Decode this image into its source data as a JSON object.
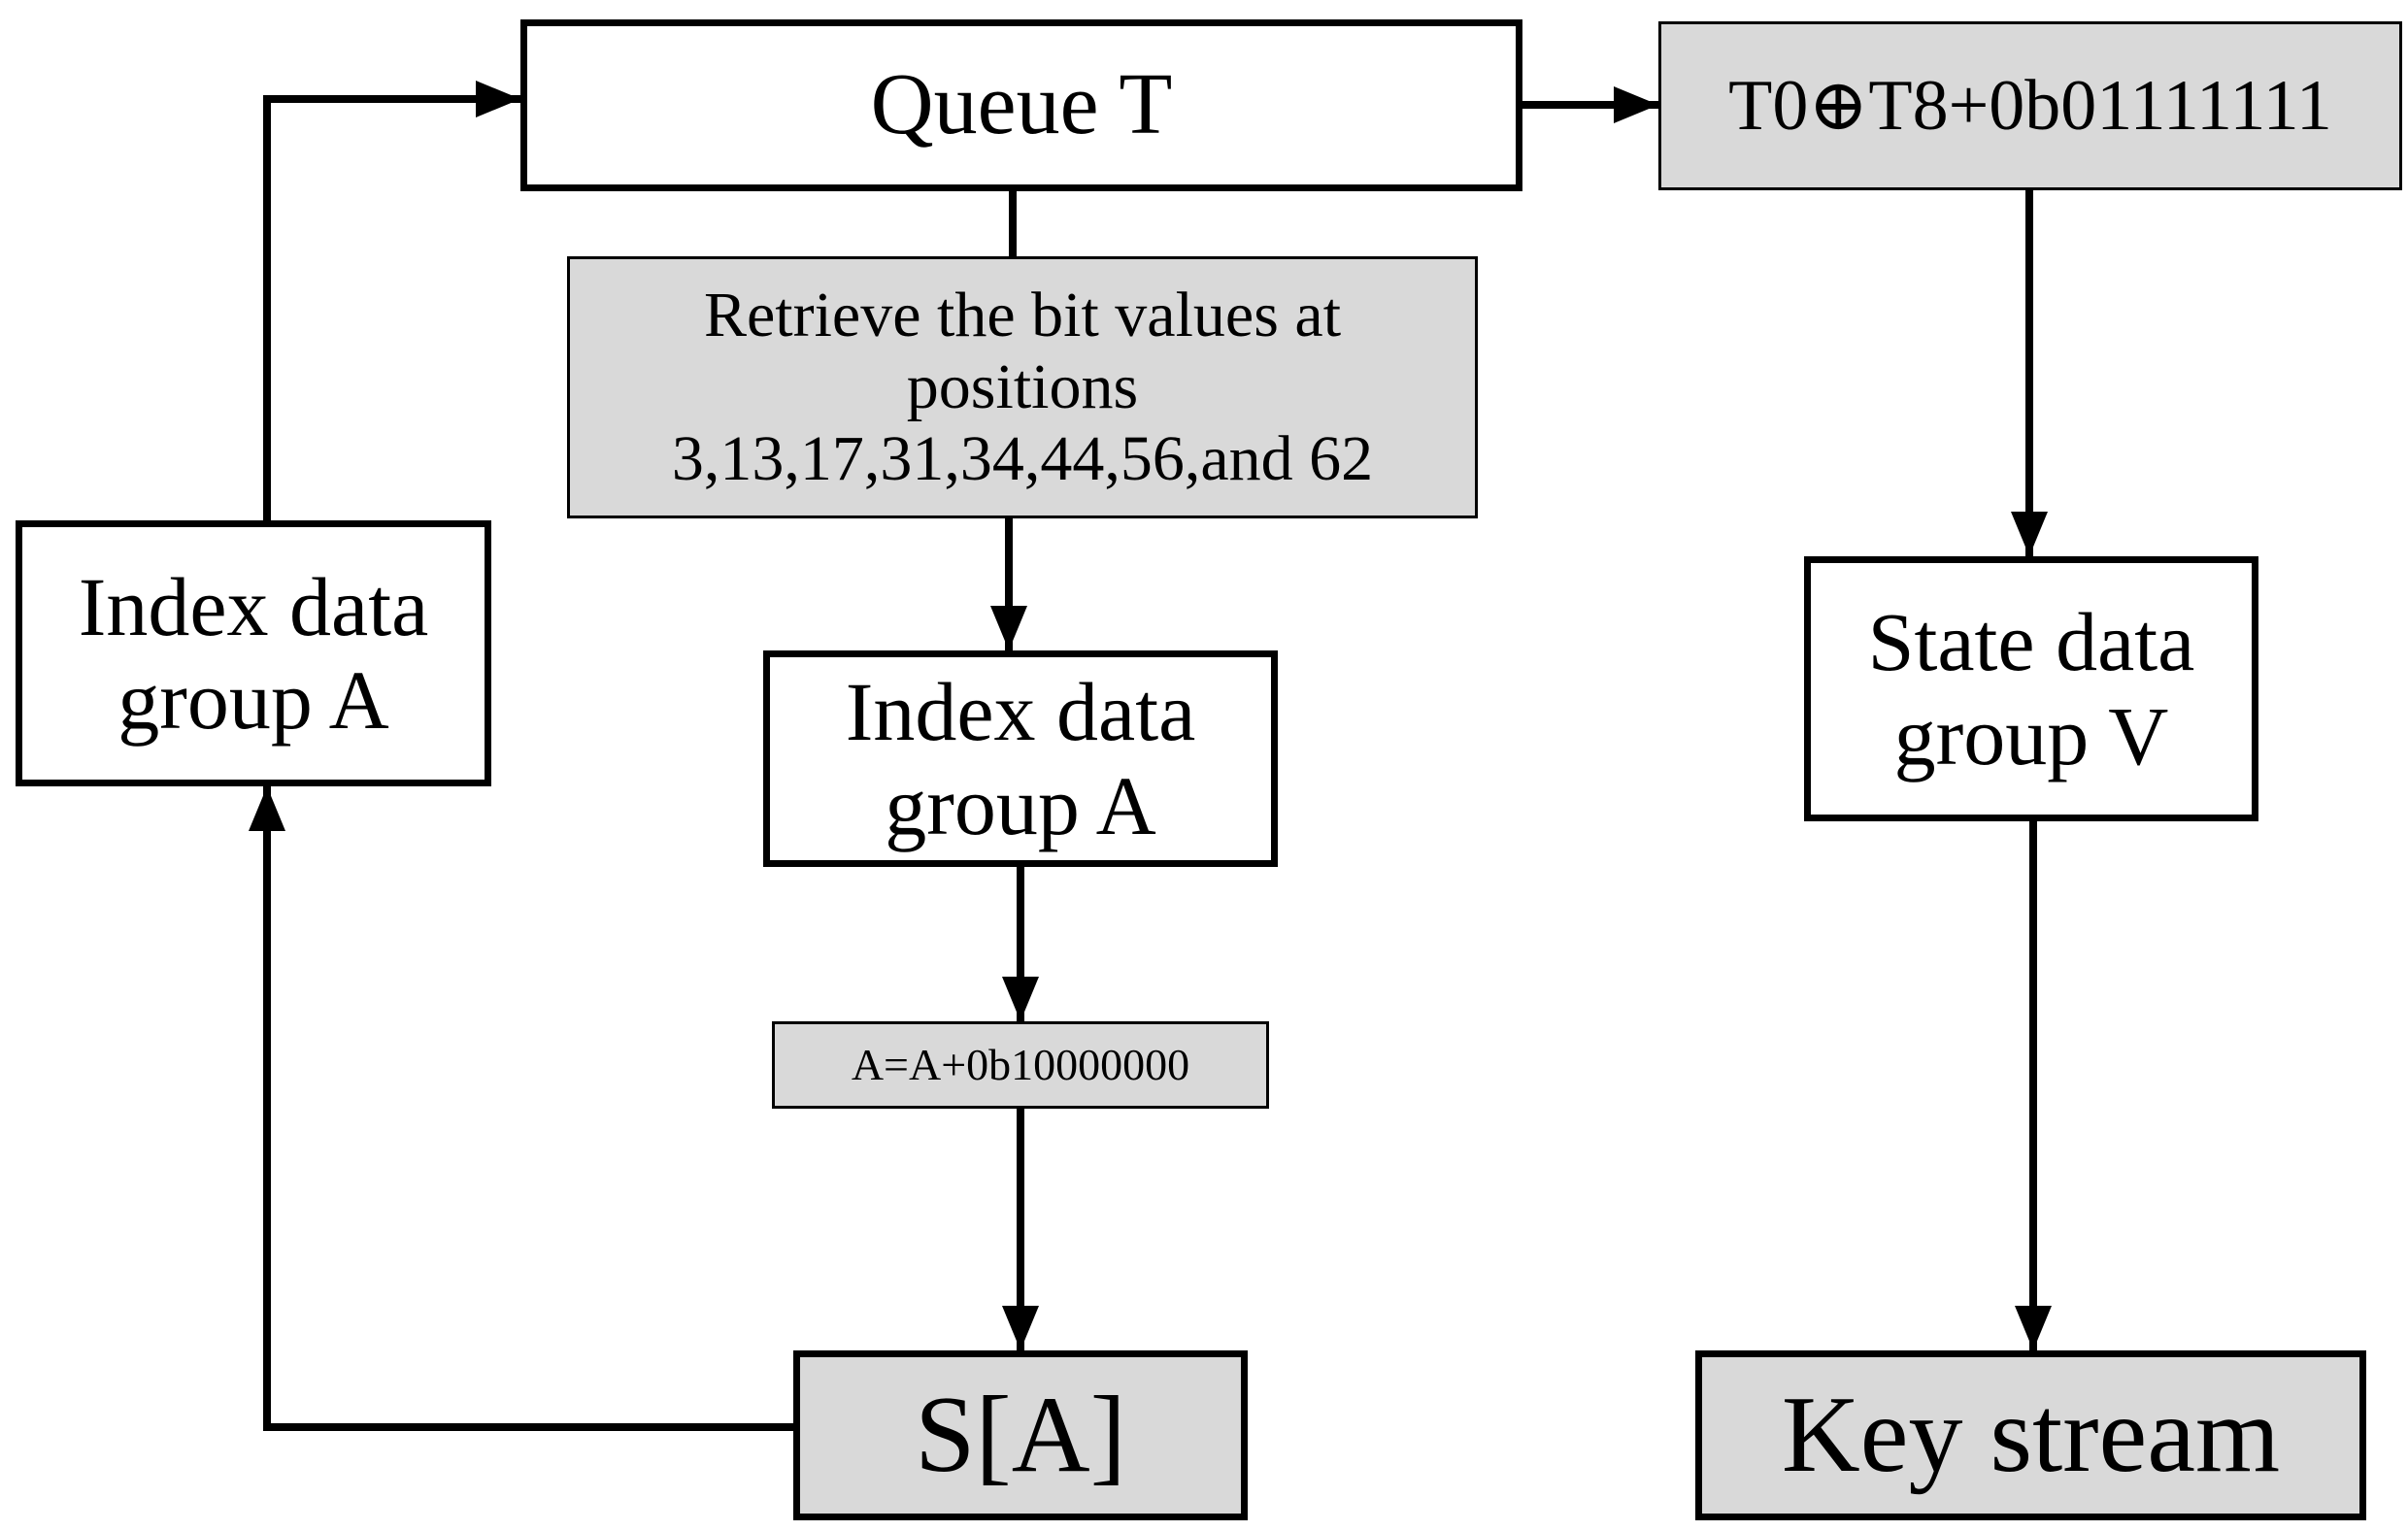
{
  "diagram": {
    "queue_t": "Queue T",
    "xor_op": "T0⊕T8+0b01111111",
    "retrieve": {
      "line1": "Retrieve the bit values at",
      "line2": "positions",
      "line3": "3,13,17,31,34,44,56,and 62"
    },
    "index_left": {
      "line1": "Index data",
      "line2": "group A"
    },
    "index_mid": {
      "line1": "Index data",
      "line2": "group A"
    },
    "state": {
      "line1": "State data",
      "line2": "group V"
    },
    "update": "A=A+0b10000000",
    "s_box": "S[A]",
    "key_stream": "Key stream"
  },
  "colors": {
    "line": "#000000",
    "fill_gray": "#d9d9d9",
    "fill_white": "#ffffff"
  }
}
